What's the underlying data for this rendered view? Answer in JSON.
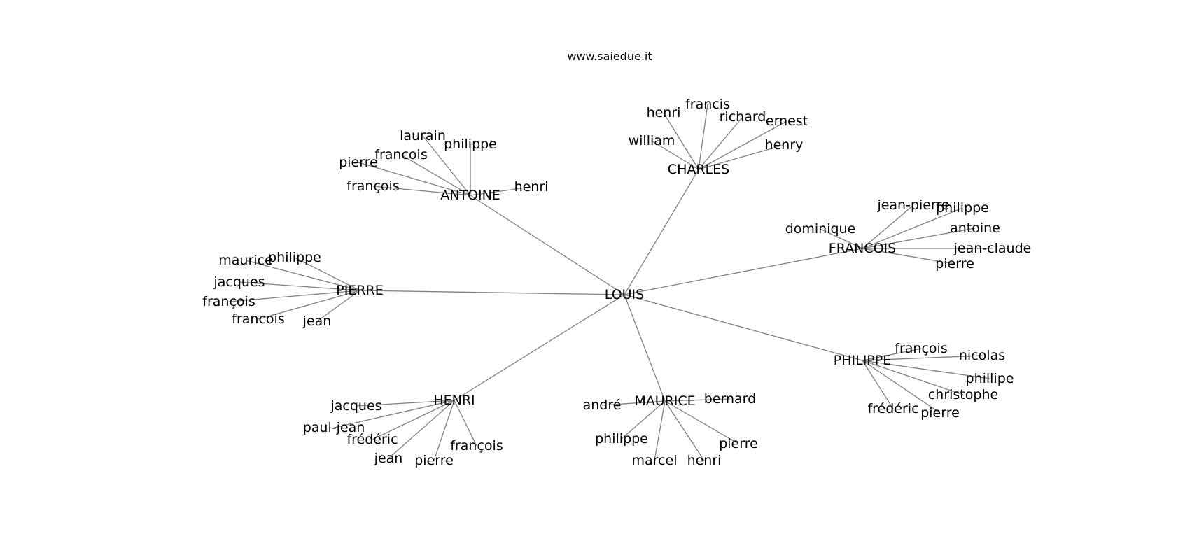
{
  "site_caption": "www.saiedue.it",
  "colors": {
    "edge": "#808080",
    "text": "#000000",
    "background": "#ffffff"
  },
  "tree": {
    "root": "LOUIS",
    "branches": [
      {
        "name": "CHARLES",
        "children": [
          "henri",
          "francis",
          "richard",
          "ernest",
          "william",
          "henry"
        ]
      },
      {
        "name": "ANTOINE",
        "children": [
          "laurain",
          "philippe",
          "francois",
          "pierre",
          "françois",
          "henri"
        ]
      },
      {
        "name": "FRANCOIS",
        "children": [
          "jean-pierre",
          "philippe",
          "dominique",
          "antoine",
          "jean-claude",
          "pierre"
        ]
      },
      {
        "name": "PIERRE",
        "children": [
          "maurice",
          "philippe",
          "jacques",
          "françois",
          "francois",
          "jean"
        ]
      },
      {
        "name": "PHILIPPE",
        "children": [
          "françois",
          "nicolas",
          "phillipe",
          "christophe",
          "frédéric",
          "pierre"
        ]
      },
      {
        "name": "HENRI",
        "children": [
          "jacques",
          "paul-jean",
          "frédéric",
          "jean",
          "pierre",
          "françois"
        ]
      },
      {
        "name": "MAURICE",
        "children": [
          "andré",
          "bernard",
          "philippe",
          "pierre",
          "marcel",
          "henri"
        ]
      }
    ]
  }
}
